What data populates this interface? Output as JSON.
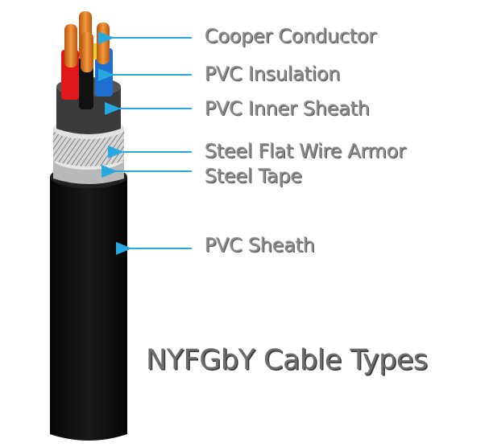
{
  "labels": [
    "Cooper Conductor",
    "PVC Insulation",
    "PVC Inner Sheath",
    "Steel Flat Wire Armor",
    "Steel Tape",
    "PVC Sheath"
  ],
  "title": "NYFGbY Cable Types",
  "colors": {
    "copper": "#d97a1e",
    "core_red": "#e0171b",
    "core_blue": "#1f6fd1",
    "core_black": "#111111",
    "core_yellow": "#e8d22a",
    "inner_sheath": "#3a3a3a",
    "armor": "#c9c9c9",
    "outer_sheath": "#0c0c0c",
    "arrow": "#27a8e0",
    "label_text": "#8a8a8a"
  }
}
